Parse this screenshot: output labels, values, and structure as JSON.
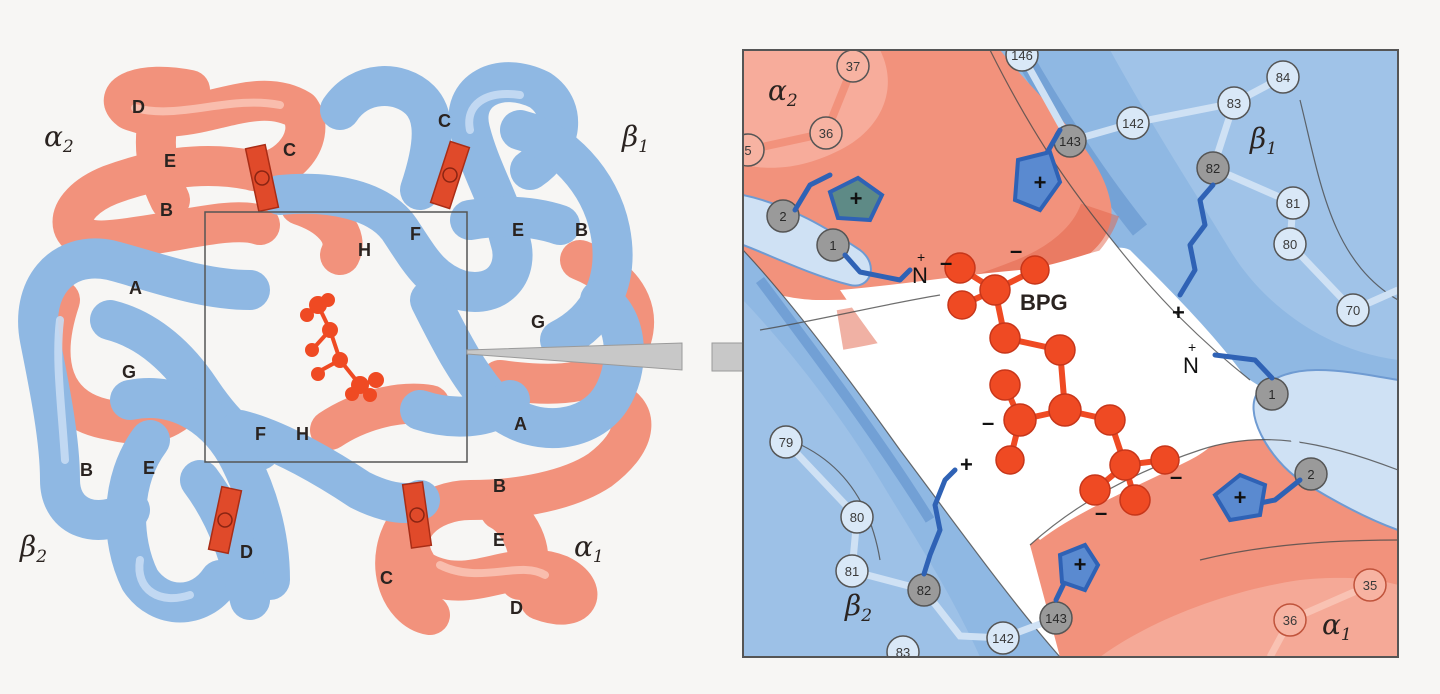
{
  "colors": {
    "alpha": "#f2927c",
    "alpha_dark": "#e2644a",
    "beta": "#8fb8e3",
    "beta_dark": "#5f8fcc",
    "heme": "#e04a2a",
    "bpg": "#ef4a23",
    "sidechain": "#2f62b5"
  },
  "overview": {
    "chains": {
      "alpha2": "α",
      "alpha2_sub": "2",
      "beta1": "β",
      "beta1_sub": "1",
      "beta2": "β",
      "beta2_sub": "2",
      "alpha1": "α",
      "alpha1_sub": "1"
    },
    "helix_labels": {
      "a2": [
        "D",
        "E",
        "B",
        "C"
      ],
      "b1": [
        "C",
        "E",
        "B",
        "G",
        "A",
        "H",
        "F"
      ],
      "b2": [
        "A",
        "G",
        "B",
        "E",
        "F",
        "H",
        "D"
      ],
      "a1": [
        "B",
        "E",
        "C",
        "D"
      ]
    }
  },
  "detail": {
    "chains": {
      "alpha2": "α",
      "alpha2_sub": "2",
      "beta1": "β",
      "beta1_sub": "1",
      "beta2": "β",
      "beta2_sub": "2",
      "alpha1": "α",
      "alpha1_sub": "1"
    },
    "ligand_label": "BPG",
    "charge_plus": "+",
    "charge_minus": "–",
    "n_terminus": "N",
    "residues_a2": [
      "37",
      "36",
      "5"
    ],
    "residues_b1_top": [
      "146",
      "143",
      "142"
    ],
    "residues_b1": [
      "84",
      "83",
      "82",
      "81",
      "80",
      "70"
    ],
    "residues_left": [
      "2",
      "1"
    ],
    "residues_right": [
      "1",
      "2"
    ],
    "residues_b2": [
      "79",
      "80",
      "81",
      "82",
      "83",
      "142",
      "143"
    ],
    "residues_a1": [
      "35",
      "36"
    ]
  }
}
